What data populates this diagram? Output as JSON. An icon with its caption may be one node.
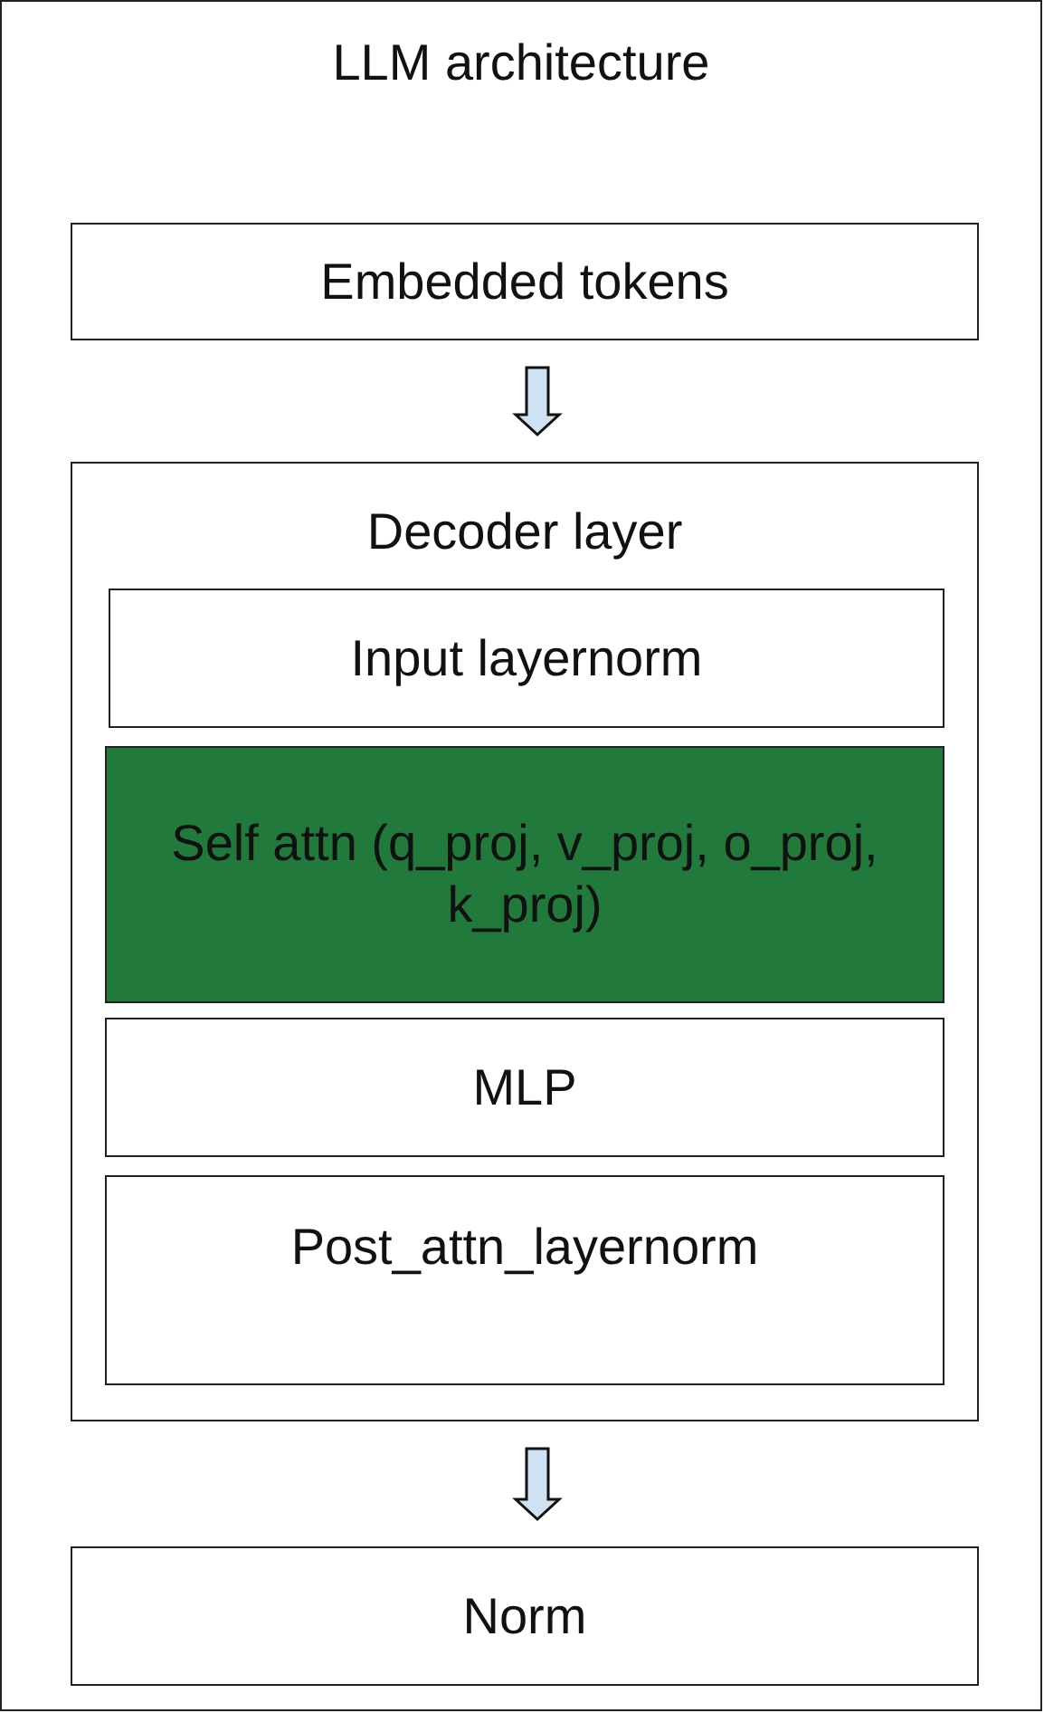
{
  "diagram": {
    "nodes": [
      {
        "text": [
          "LLM architecture"
        ]
      },
      {
        "text": [
          "Embedded tokens"
        ],
        "in": 0
      },
      {
        "text": [
          "Decoder layer"
        ],
        "in": 0
      },
      {
        "text": [
          "Input layernorm"
        ],
        "in": 2
      },
      {
        "text": [
          "Self attn (q_proj, v_proj, o_proj, k_proj)"
        ],
        "in": 2
      },
      {
        "text": [
          "MLP"
        ],
        "in": 2
      },
      {
        "text": [
          "Post_attn_layernorm"
        ],
        "in": 2
      },
      {
        "text": [
          "Norm"
        ],
        "in": 0
      }
    ],
    "edges": [
      {
        "from": 1,
        "to": 2,
        "arrow": "to"
      },
      {
        "from": 2,
        "to": 7,
        "arrow": "to"
      }
    ]
  }
}
